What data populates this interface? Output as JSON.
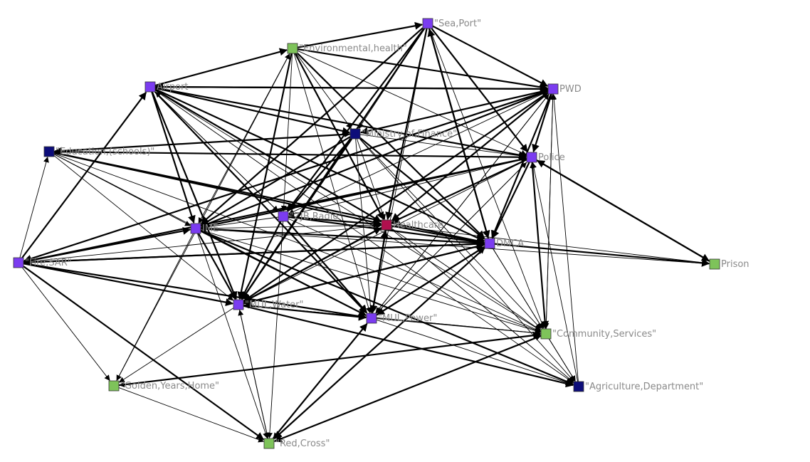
{
  "colors": {
    "purple": "#7b3cf0",
    "navy": "#0d0d7a",
    "green": "#7ec35a",
    "crimson": "#b0104e",
    "edge": "#000000",
    "label": "#8a8a8a"
  },
  "nodes": [
    {
      "id": "seaport",
      "label": "\"Sea,Port\"",
      "color": "purple"
    },
    {
      "id": "envhealth",
      "label": "\"Environmental,health\"",
      "color": "green"
    },
    {
      "id": "airport",
      "label": "Airport",
      "color": "purple"
    },
    {
      "id": "pwd",
      "label": "PWD",
      "color": "purple"
    },
    {
      "id": "finance",
      "label": "\"Ministry,of,Finance\"",
      "color": "navy"
    },
    {
      "id": "education",
      "label": "\"Education,(schools)\"",
      "color": "navy"
    },
    {
      "id": "police",
      "label": "Police",
      "color": "purple"
    },
    {
      "id": "zjb",
      "label": "\"ZJB,Radio\"",
      "color": "purple"
    },
    {
      "id": "healthcare",
      "label": "Healthcare",
      "color": "crimson"
    },
    {
      "id": "ime",
      "label": "IME",
      "color": "purple"
    },
    {
      "id": "dmca",
      "label": "DMCA",
      "color": "purple"
    },
    {
      "id": "fire",
      "label": "\"Fire,SAR\"",
      "color": "purple"
    },
    {
      "id": "prison",
      "label": "Prison",
      "color": "green"
    },
    {
      "id": "water",
      "label": "\"MUL,Water\"",
      "color": "purple"
    },
    {
      "id": "power",
      "label": "\"MUL,Power\"",
      "color": "purple"
    },
    {
      "id": "community",
      "label": "\"Community,Services\"",
      "color": "green"
    },
    {
      "id": "golden",
      "label": "\"Golden,Years,Home\"",
      "color": "green"
    },
    {
      "id": "agriculture",
      "label": "\"Agriculture,Department\"",
      "color": "navy"
    },
    {
      "id": "redcross",
      "label": "\"Red,Cross\"",
      "color": "green"
    }
  ],
  "edges": [
    [
      "airport",
      "envhealth",
      2
    ],
    [
      "airport",
      "pwd",
      2
    ],
    [
      "airport",
      "finance",
      2
    ],
    [
      "airport",
      "police",
      2
    ],
    [
      "airport",
      "healthcare",
      2
    ],
    [
      "airport",
      "dmca",
      2
    ],
    [
      "airport",
      "water",
      2
    ],
    [
      "airport",
      "power",
      2
    ],
    [
      "airport",
      "ime",
      2
    ],
    [
      "airport",
      "community",
      1
    ],
    [
      "airport",
      "agriculture",
      1
    ],
    [
      "airport",
      "zjb",
      1
    ],
    [
      "envhealth",
      "seaport",
      2
    ],
    [
      "envhealth",
      "pwd",
      2
    ],
    [
      "envhealth",
      "finance",
      1
    ],
    [
      "envhealth",
      "healthcare",
      2
    ],
    [
      "envhealth",
      "dmca",
      2
    ],
    [
      "envhealth",
      "water",
      2
    ],
    [
      "envhealth",
      "power",
      1
    ],
    [
      "envhealth",
      "ime",
      1
    ],
    [
      "envhealth",
      "zjb",
      1
    ],
    [
      "envhealth",
      "police",
      1
    ],
    [
      "seaport",
      "pwd",
      2
    ],
    [
      "seaport",
      "police",
      2
    ],
    [
      "seaport",
      "dmca",
      2
    ],
    [
      "seaport",
      "healthcare",
      2
    ],
    [
      "seaport",
      "finance",
      1
    ],
    [
      "seaport",
      "water",
      2
    ],
    [
      "seaport",
      "power",
      1
    ],
    [
      "seaport",
      "ime",
      2
    ],
    [
      "seaport",
      "zjb",
      2
    ],
    [
      "seaport",
      "community",
      1
    ],
    [
      "pwd",
      "finance",
      2
    ],
    [
      "pwd",
      "police",
      2
    ],
    [
      "pwd",
      "dmca",
      2
    ],
    [
      "pwd",
      "healthcare",
      2
    ],
    [
      "pwd",
      "water",
      2
    ],
    [
      "pwd",
      "power",
      1
    ],
    [
      "pwd",
      "ime",
      2
    ],
    [
      "pwd",
      "fire",
      2
    ],
    [
      "pwd",
      "community",
      1
    ],
    [
      "pwd",
      "zjb",
      1
    ],
    [
      "pwd",
      "airport",
      2
    ],
    [
      "finance",
      "police",
      1
    ],
    [
      "finance",
      "dmca",
      2
    ],
    [
      "finance",
      "healthcare",
      1
    ],
    [
      "finance",
      "water",
      2
    ],
    [
      "finance",
      "power",
      1
    ],
    [
      "finance",
      "zjb",
      2
    ],
    [
      "finance",
      "ime",
      2
    ],
    [
      "finance",
      "education",
      2
    ],
    [
      "finance",
      "agriculture",
      1
    ],
    [
      "finance",
      "community",
      1
    ],
    [
      "education",
      "finance",
      1
    ],
    [
      "education",
      "police",
      2
    ],
    [
      "education",
      "healthcare",
      2
    ],
    [
      "education",
      "dmca",
      2
    ],
    [
      "education",
      "ime",
      1
    ],
    [
      "education",
      "power",
      1
    ],
    [
      "education",
      "water",
      1
    ],
    [
      "education",
      "community",
      1
    ],
    [
      "police",
      "dmca",
      2
    ],
    [
      "police",
      "healthcare",
      2
    ],
    [
      "police",
      "community",
      2
    ],
    [
      "police",
      "prison",
      2
    ],
    [
      "police",
      "water",
      1
    ],
    [
      "police",
      "power",
      1
    ],
    [
      "police",
      "ime",
      2
    ],
    [
      "police",
      "fire",
      2
    ],
    [
      "police",
      "zjb",
      1
    ],
    [
      "zjb",
      "healthcare",
      2
    ],
    [
      "zjb",
      "dmca",
      2
    ],
    [
      "zjb",
      "water",
      2
    ],
    [
      "zjb",
      "power",
      2
    ],
    [
      "zjb",
      "ime",
      1
    ],
    [
      "zjb",
      "community",
      1
    ],
    [
      "zjb",
      "redcross",
      1
    ],
    [
      "zjb",
      "airport",
      1
    ],
    [
      "healthcare",
      "dmca",
      2
    ],
    [
      "healthcare",
      "water",
      2
    ],
    [
      "healthcare",
      "power",
      2
    ],
    [
      "healthcare",
      "ime",
      1
    ],
    [
      "healthcare",
      "community",
      1
    ],
    [
      "healthcare",
      "prison",
      1
    ],
    [
      "healthcare",
      "agriculture",
      1
    ],
    [
      "ime",
      "dmca",
      2
    ],
    [
      "ime",
      "water",
      2
    ],
    [
      "ime",
      "power",
      2
    ],
    [
      "ime",
      "fire",
      1
    ],
    [
      "ime",
      "community",
      1
    ],
    [
      "ime",
      "agriculture",
      2
    ],
    [
      "ime",
      "golden",
      1
    ],
    [
      "ime",
      "redcross",
      1
    ],
    [
      "dmca",
      "prison",
      2
    ],
    [
      "dmca",
      "community",
      1
    ],
    [
      "dmca",
      "agriculture",
      1
    ],
    [
      "dmca",
      "water",
      2
    ],
    [
      "dmca",
      "power",
      2
    ],
    [
      "dmca",
      "fire",
      2
    ],
    [
      "dmca",
      "redcross",
      2
    ],
    [
      "dmca",
      "seaport",
      2
    ],
    [
      "fire",
      "airport",
      2
    ],
    [
      "fire",
      "education",
      1
    ],
    [
      "fire",
      "water",
      2
    ],
    [
      "fire",
      "power",
      2
    ],
    [
      "fire",
      "ime",
      2
    ],
    [
      "fire",
      "dmca",
      2
    ],
    [
      "fire",
      "healthcare",
      1
    ],
    [
      "fire",
      "golden",
      1
    ],
    [
      "fire",
      "redcross",
      2
    ],
    [
      "fire",
      "police",
      1
    ],
    [
      "water",
      "power",
      2
    ],
    [
      "water",
      "healthcare",
      2
    ],
    [
      "water",
      "dmca",
      2
    ],
    [
      "water",
      "community",
      1
    ],
    [
      "water",
      "agriculture",
      2
    ],
    [
      "water",
      "redcross",
      1
    ],
    [
      "water",
      "golden",
      1
    ],
    [
      "water",
      "pwd",
      1
    ],
    [
      "power",
      "community",
      1
    ],
    [
      "power",
      "agriculture",
      1
    ],
    [
      "power",
      "redcross",
      1
    ],
    [
      "power",
      "healthcare",
      2
    ],
    [
      "power",
      "dmca",
      2
    ],
    [
      "power",
      "police",
      1
    ],
    [
      "power",
      "pwd",
      1
    ],
    [
      "community",
      "redcross",
      2
    ],
    [
      "community",
      "golden",
      1
    ],
    [
      "community",
      "agriculture",
      1
    ],
    [
      "community",
      "water",
      1
    ],
    [
      "community",
      "police",
      1
    ],
    [
      "community",
      "pwd",
      1
    ],
    [
      "golden",
      "redcross",
      1
    ],
    [
      "golden",
      "community",
      2
    ],
    [
      "golden",
      "envhealth",
      1
    ],
    [
      "redcross",
      "water",
      1
    ],
    [
      "redcross",
      "power",
      2
    ],
    [
      "redcross",
      "community",
      1
    ],
    [
      "redcross",
      "dmca",
      1
    ],
    [
      "prison",
      "police",
      2
    ],
    [
      "prison",
      "ime",
      1
    ],
    [
      "agriculture",
      "pwd",
      1
    ],
    [
      "agriculture",
      "police",
      1
    ]
  ]
}
